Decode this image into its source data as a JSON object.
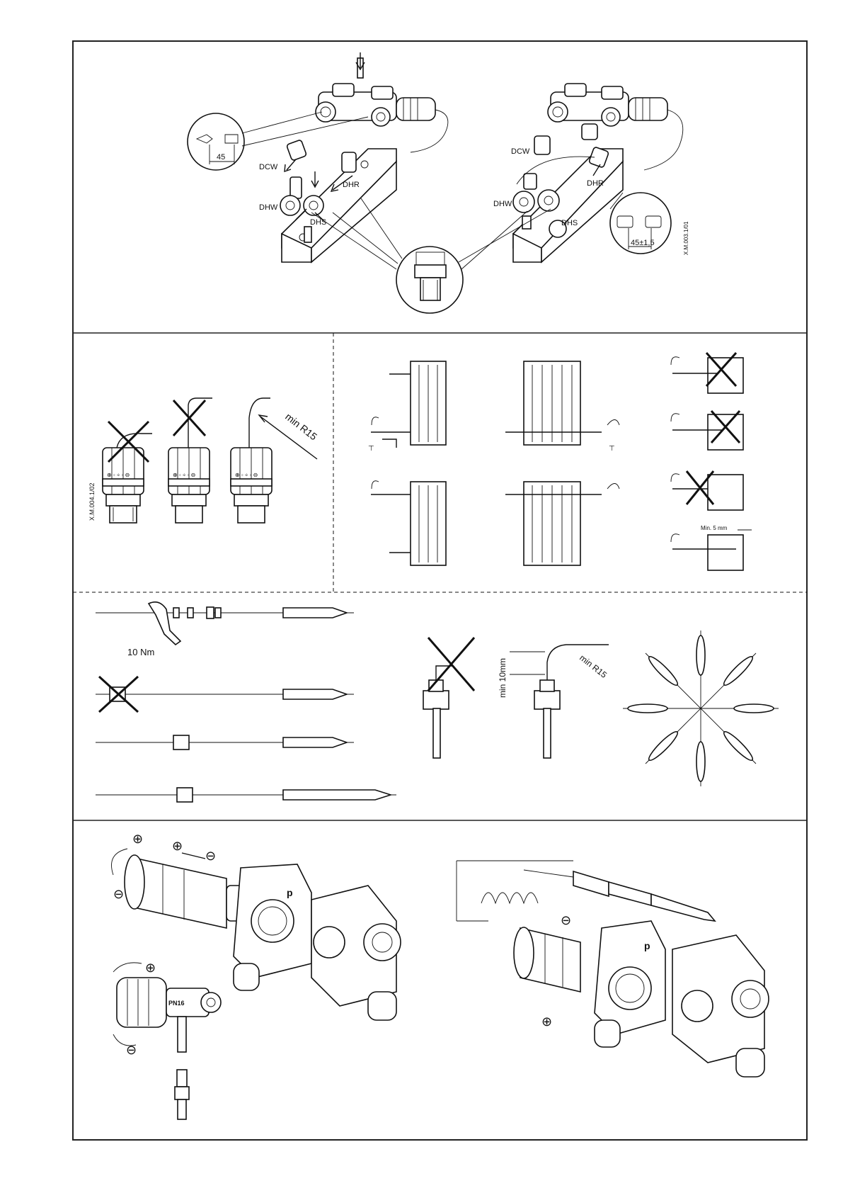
{
  "labels": {
    "dcw": "DCW",
    "dhr": "DHR",
    "dhw": "DHW",
    "dhs": "DHS",
    "angle_45": "45",
    "angle_45_tol": "45±1,5",
    "code_top": "X.M.003.1/01",
    "code_sensor": "X.M.004.1/02",
    "min_r15": "min R15",
    "min_5mm": "Min. 5 mm",
    "torque": "10 Nm",
    "min_10mm": "min 10mm",
    "plus": "⊕",
    "minus": "⊖",
    "pn16": "PN16",
    "pressure_symbol": "p",
    "scale": "⊕ ◦ ÷ ◦ ⊖"
  },
  "icons": {
    "not_allowed": "cross-out-icon",
    "tap": "tap-icon",
    "flow": "flow-arrow-icon"
  },
  "colors": {
    "line": "#111111",
    "background": "#ffffff",
    "frame": "#222222"
  }
}
